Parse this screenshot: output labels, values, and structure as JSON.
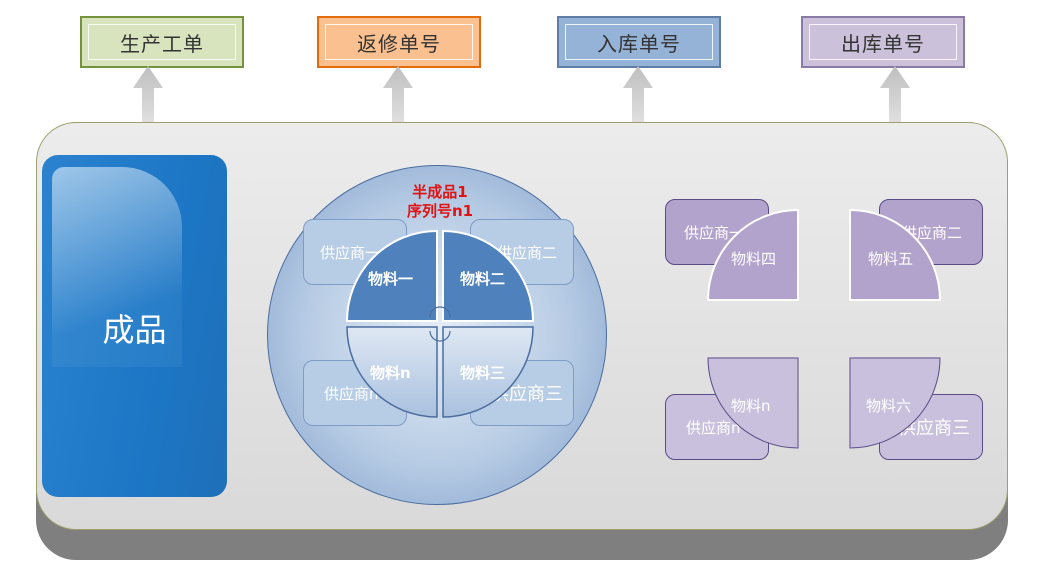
{
  "top_tags": [
    {
      "label": "生产工单",
      "bg": "#d7e4bd",
      "border": "#76923c"
    },
    {
      "label": "返修单号",
      "bg": "#fac090",
      "border": "#e36c0a"
    },
    {
      "label": "入库单号",
      "bg": "#95b3d7",
      "border": "#5f7ea6"
    },
    {
      "label": "出库单号",
      "bg": "#ccc1da",
      "border": "#8a7aa6"
    }
  ],
  "product": {
    "label": "成品"
  },
  "semi": {
    "title_line1": "半成品1",
    "title_line2": "序列号n1",
    "suppliers": [
      "供应商一",
      "供应商二",
      "供应商n",
      "供应商三"
    ],
    "materials": [
      "物料一",
      "物料二",
      "物料n",
      "物料三"
    ]
  },
  "right_group_top": {
    "suppliers": [
      "供应商一",
      "供应商二"
    ],
    "materials": [
      "物料四",
      "物料五"
    ]
  },
  "right_group_bottom": {
    "suppliers": [
      "供应商n",
      "供应商三"
    ],
    "materials": [
      "物料n",
      "物料六"
    ]
  },
  "colors": {
    "accent_red": "#e21212",
    "product_blue": "#1d77c6",
    "material_blue": "#4f81bd",
    "material_purple": "#b2a3cc"
  }
}
